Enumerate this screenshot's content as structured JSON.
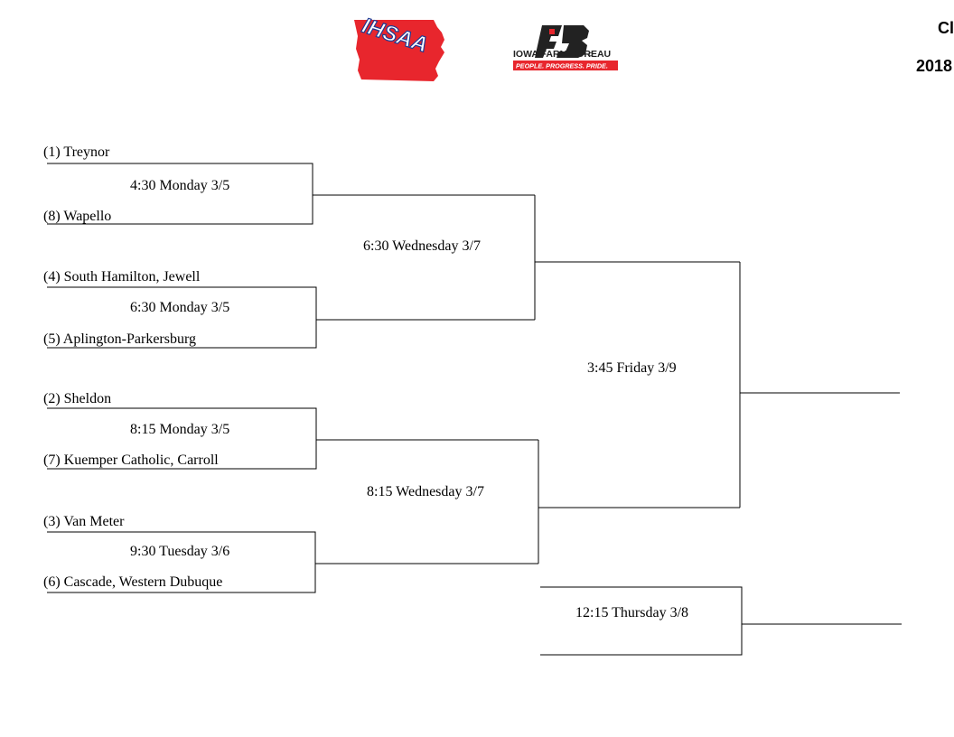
{
  "header": {
    "title_fragment": "Cl",
    "year_fragment": "2018"
  },
  "logos": {
    "ihsaa": {
      "text": "IHSAA",
      "icon": "iowa-state-map-icon",
      "color_fill": "#e8262d",
      "color_text": "#1f3a93"
    },
    "farm_bureau": {
      "name": "IOWA FARM BUREAU",
      "tagline": "PEOPLE. PROGRESS. PRIDE.",
      "icon": "fb-monogram-icon",
      "color_red": "#e8262d",
      "color_dark": "#222222"
    }
  },
  "teams": [
    {
      "seed_name": "(1) Treynor"
    },
    {
      "seed_name": "(8) Wapello"
    },
    {
      "seed_name": "(4) South Hamilton, Jewell"
    },
    {
      "seed_name": "(5) Aplington-Parkersburg"
    },
    {
      "seed_name": "(2) Sheldon"
    },
    {
      "seed_name": "(7) Kuemper Catholic, Carroll"
    },
    {
      "seed_name": "(3) Van Meter"
    },
    {
      "seed_name": "(6) Cascade, Western Dubuque"
    }
  ],
  "games": {
    "round1": [
      "4:30 Monday 3/5",
      "6:30 Monday 3/5",
      "8:15 Monday 3/5",
      "9:30 Tuesday 3/6"
    ],
    "semis": [
      "6:30 Wednesday 3/7",
      "8:15 Wednesday 3/7"
    ],
    "final": "3:45 Friday 3/9",
    "consolation": "12:15 Thursday 3/8"
  }
}
